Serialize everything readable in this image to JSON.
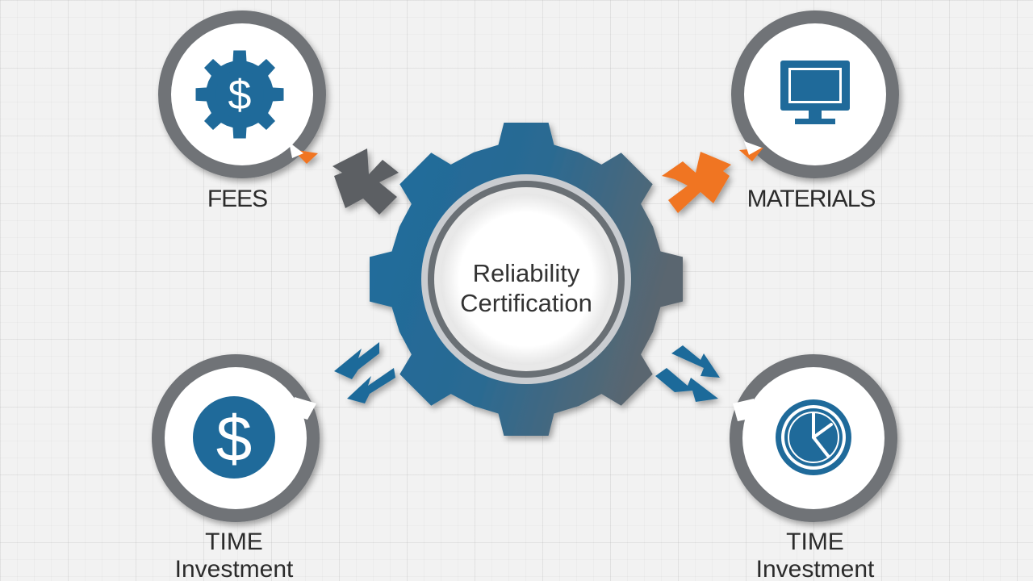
{
  "center": {
    "line1": "Reliability",
    "line2": "Certification"
  },
  "nodes": {
    "fees": {
      "label": "FEES",
      "icon": "dollar-gear-icon"
    },
    "materials": {
      "label": "MATERIALS",
      "icon": "monitor-icon"
    },
    "time_left": {
      "line1": "TIME",
      "line2": "Investment",
      "icon": "dollar-circle-icon"
    },
    "time_right": {
      "line1": "TIME",
      "line2": "Investment",
      "icon": "clock-icon"
    }
  },
  "colors": {
    "blue": "#1f6a9a",
    "dark_gray": "#5c5f63",
    "orange": "#f07421",
    "ring_gray": "#707478",
    "background": "#f2f2f2"
  }
}
